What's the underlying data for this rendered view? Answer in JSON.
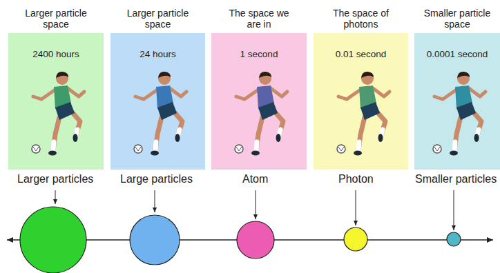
{
  "diagram": {
    "nodes": [
      {
        "text": [
          "Larger particle space",
          "2400 hours"
        ]
      },
      {
        "text": [
          "Larger particle space",
          "24 hours"
        ]
      },
      {
        "text": [
          "The space we are in",
          "1 second"
        ]
      },
      {
        "text": [
          "The space of photons",
          "0.01 second"
        ]
      },
      {
        "text": [
          "Smaller particle space",
          "0.0001 second"
        ]
      }
    ],
    "labels": [
      "Larger particles",
      "Large particles",
      "Atom",
      "Photon",
      "Smaller particles"
    ]
  }
}
